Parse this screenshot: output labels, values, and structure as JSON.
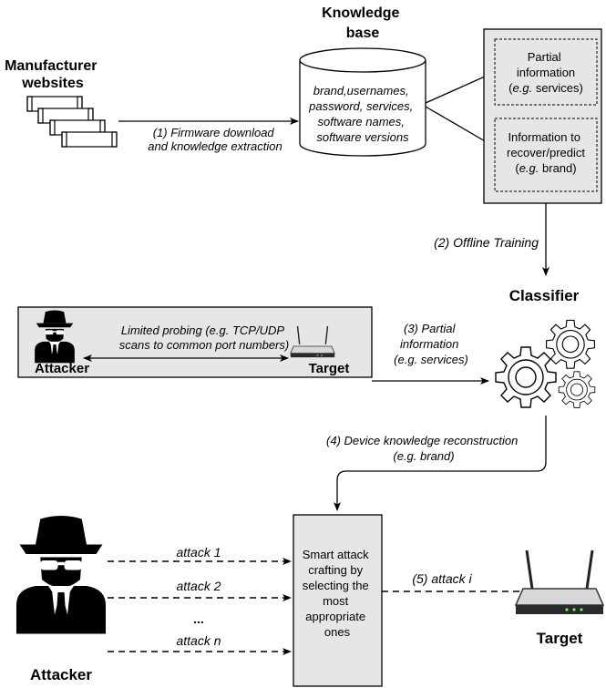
{
  "top": {
    "manufacturer_title": [
      "Manufacturer",
      "websites"
    ],
    "kb_title": [
      "Knowledge",
      "base"
    ],
    "kb_items": [
      "brand,usernames,",
      "password, services,",
      "software names,",
      "software versions"
    ],
    "step1": [
      "(1) Firmware download",
      "and knowledge extraction"
    ],
    "partial_box": {
      "lines": [
        "Partial",
        "information"
      ],
      "eg_prefix": "e.g.",
      "eg_value": " services)"
    },
    "recover_box": {
      "lines": [
        "Information to",
        "recover/predict"
      ],
      "eg_prefix": "e.g.",
      "eg_value": " brand)"
    },
    "step2": "(2) Offline Training"
  },
  "middle": {
    "classifier_title": "Classifier",
    "probing_text": [
      "Limited probing (e.g. TCP/UDP",
      "scans to common port numbers)"
    ],
    "attacker_label": "Attacker",
    "target_label": "Target",
    "step3": [
      "(3) Partial",
      "information",
      "(e.g. services)"
    ],
    "step4": [
      "(4) Device knowledge reconstruction",
      "(e.g. brand)"
    ]
  },
  "bottom": {
    "attacks": [
      "attack 1",
      "attack 2",
      "...",
      "attack n"
    ],
    "smart_box": [
      "Smart attack",
      "crafting by",
      "selecting the",
      "most",
      "appropriate",
      "ones"
    ],
    "step5": "(5) attack i",
    "attacker_label": "Attacker",
    "target_label": "Target"
  },
  "colors": {
    "box_fill": "#e6e6e6",
    "stroke": "#000000"
  }
}
